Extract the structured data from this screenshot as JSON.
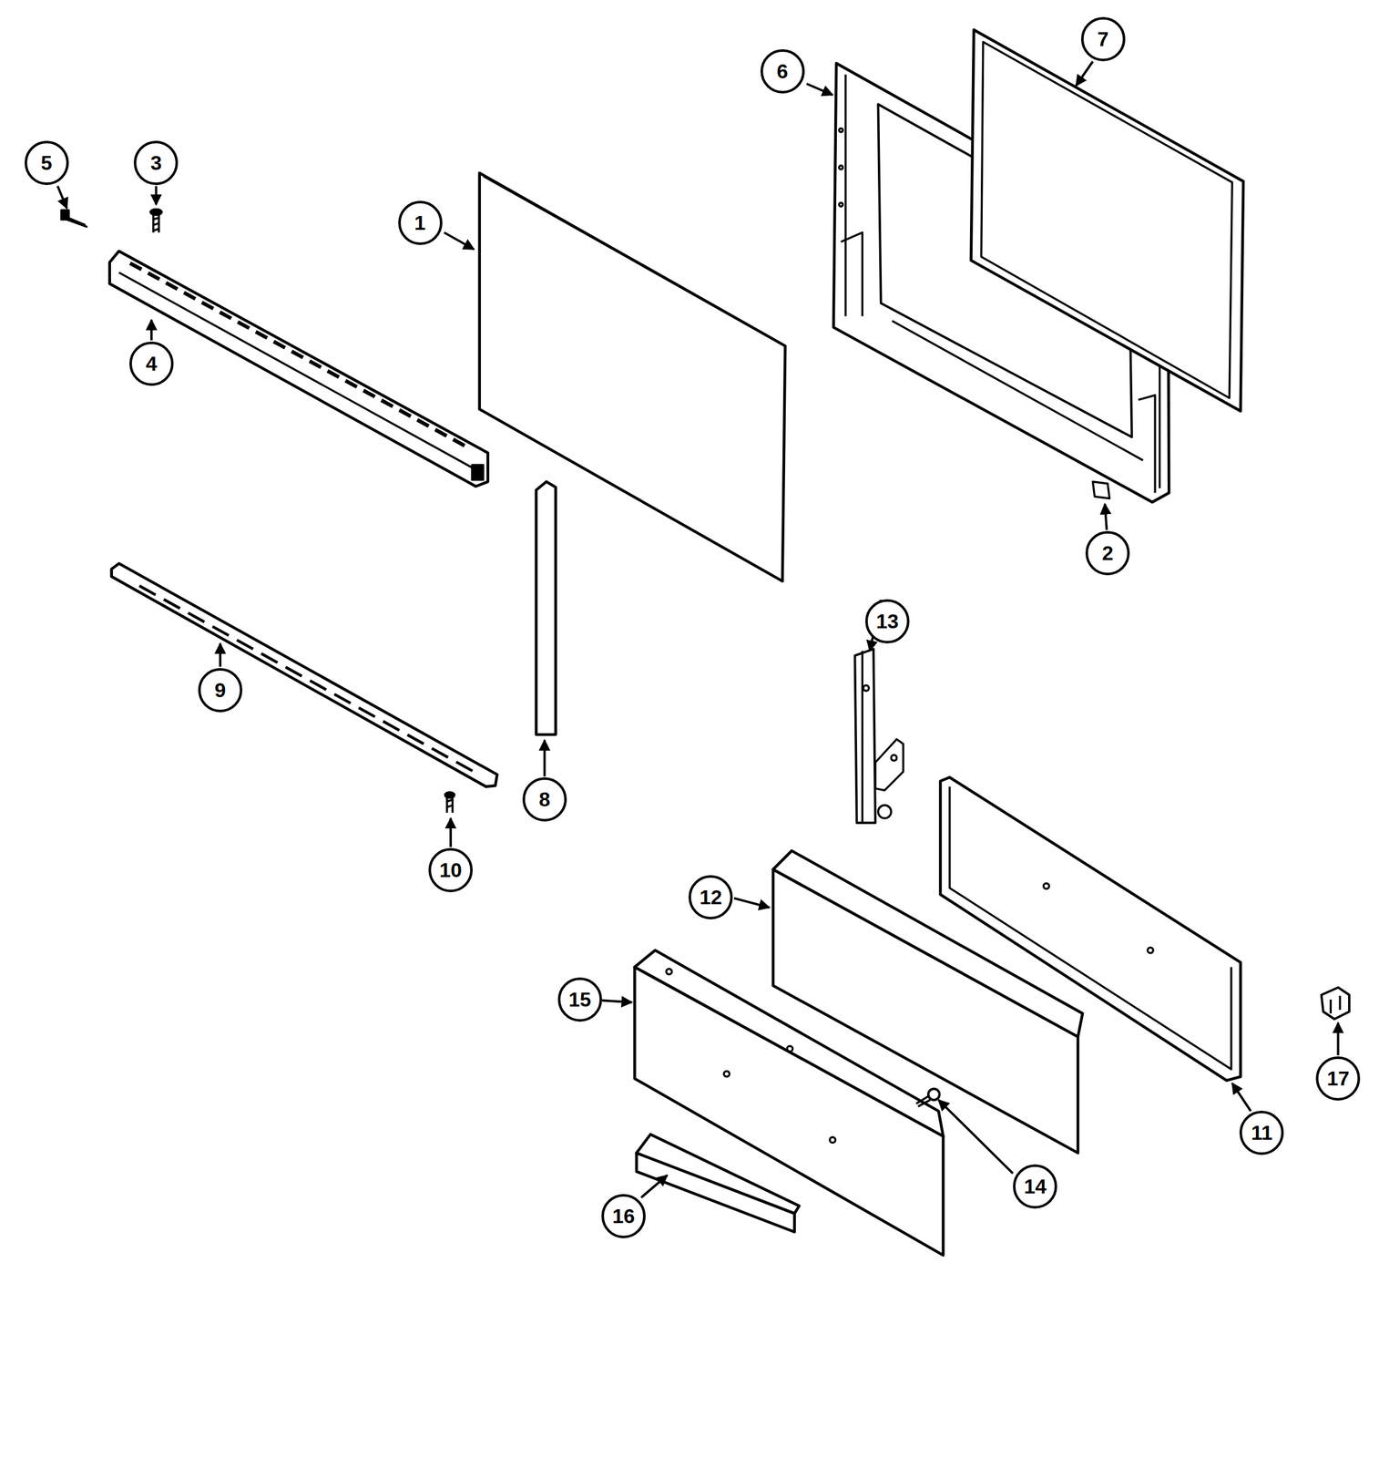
{
  "diagram": {
    "nodes": [
      {
        "text": [
          "5"
        ]
      },
      {
        "text": [
          "3"
        ]
      },
      {
        "text": [
          "1"
        ]
      },
      {
        "text": [
          "6"
        ]
      },
      {
        "text": [
          "7"
        ]
      },
      {
        "text": [
          "4"
        ]
      },
      {
        "text": [
          "2"
        ]
      },
      {
        "text": [
          "9"
        ]
      },
      {
        "text": [
          "8"
        ]
      },
      {
        "text": [
          "10"
        ]
      },
      {
        "text": [
          "13"
        ]
      },
      {
        "text": [
          "12"
        ]
      },
      {
        "text": [
          "15"
        ]
      },
      {
        "text": [
          "14"
        ]
      },
      {
        "text": [
          "11"
        ]
      },
      {
        "text": [
          "17"
        ]
      },
      {
        "text": [
          "16"
        ]
      }
    ]
  }
}
